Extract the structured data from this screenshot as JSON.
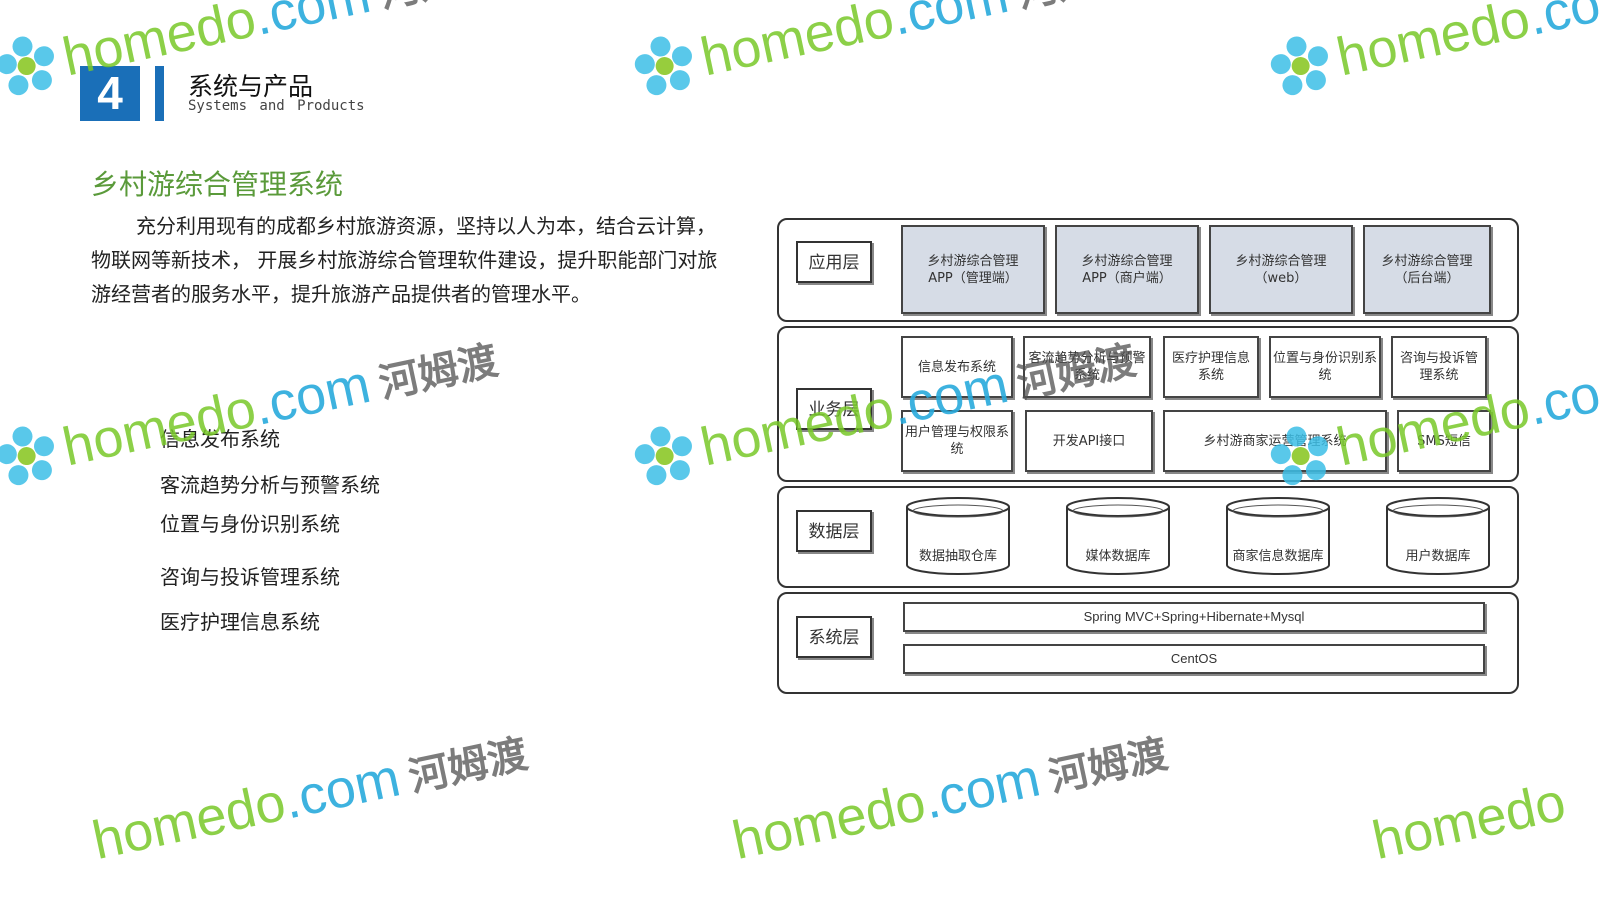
{
  "header": {
    "section_number": "4",
    "title": "系统与产品",
    "subtitle": "Systems and Products"
  },
  "page_title": "乡村游综合管理系统",
  "intro": "充分利用现有的成都乡村旅游资源，坚持以人为本，结合云计算，物联网等新技术， 开展乡村旅游综合管理软件建设，提升职能部门对旅游经营者的服务水平，提升旅游产品提供者的管理水平。",
  "features": [
    "信息发布系统",
    "客流趋势分析与预警系统",
    "位置与身份识别系统",
    "咨询与投诉管理系统",
    "医疗护理信息系统"
  ],
  "diagram": {
    "layers": {
      "application": "应用层",
      "business": "业务层",
      "data": "数据层",
      "system": "系统层"
    },
    "app_boxes": [
      [
        "乡村游综合管理",
        "APP（管理端）"
      ],
      [
        "乡村游综合管理",
        "APP（商户端）"
      ],
      [
        "乡村游综合管理",
        "（web）"
      ],
      [
        "乡村游综合管理",
        "（后台端）"
      ]
    ],
    "business_boxes": {
      "info_publish": "信息发布系统",
      "flow_analysis": "客流趋势分析与预警系统",
      "medical": "医疗护理信息系统",
      "location": "位置与身份识别系统",
      "complaint": "咨询与投诉管理系统",
      "user_mgmt": "用户管理与权限系统",
      "open_api": "开发API接口",
      "merchant": "乡村游商家运营管理系统",
      "sms": "SMS短信"
    },
    "databases": [
      "数据抽取仓库",
      "媒体数据库",
      "商家信息数据库",
      "用户数据库"
    ],
    "system_bars": [
      "Spring MVC+Spring+Hibernate+Mysql",
      "CentOS"
    ]
  },
  "watermark": {
    "brand": "homedo",
    "domain": ".com",
    "cn": "河姆渡"
  },
  "colors": {
    "accent_blue": "#1a6fb8",
    "title_green": "#5a9a3a",
    "app_box_fill": "#d6dce6"
  }
}
